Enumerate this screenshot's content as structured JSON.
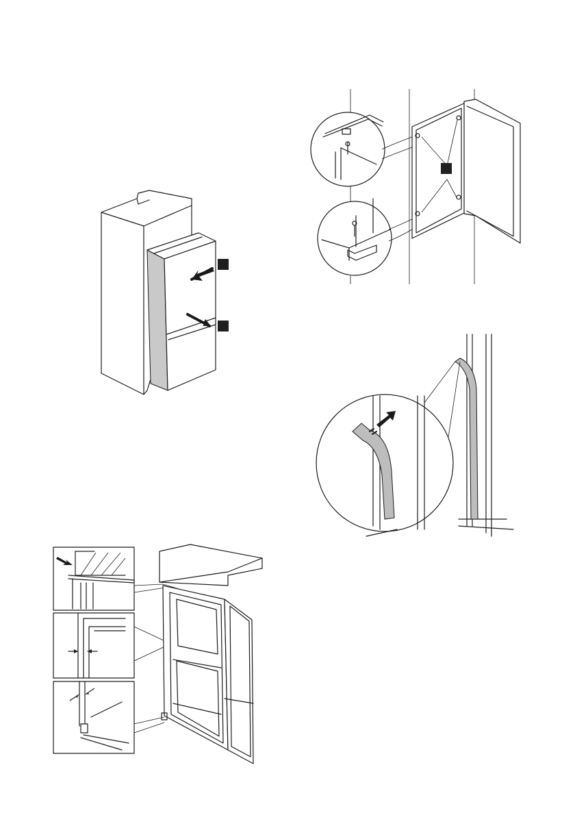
{
  "page": {
    "figures": [
      {
        "id": "fig-appliance-push"
      },
      {
        "id": "fig-door-screws"
      },
      {
        "id": "fig-seal-strip"
      },
      {
        "id": "fig-door-alignment"
      }
    ]
  },
  "colors": {
    "line": "#1a1a1a",
    "seal_fill": "#bdbdbd",
    "side_panel_fill": "#cfcfcf",
    "badge": "#1f1f1f"
  }
}
